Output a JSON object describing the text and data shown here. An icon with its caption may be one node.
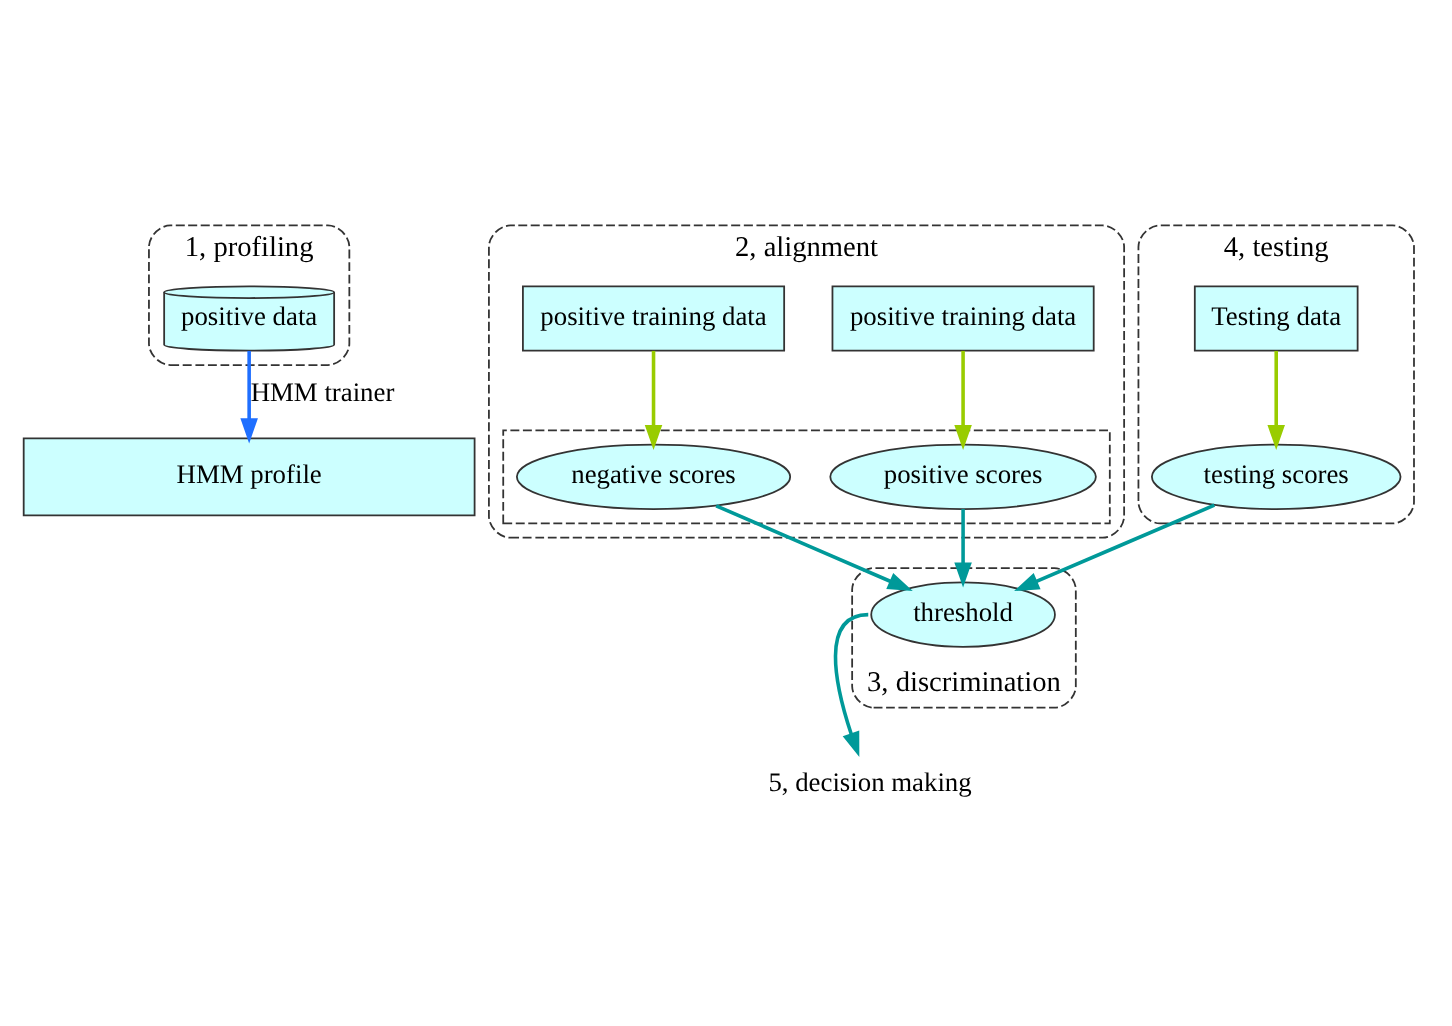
{
  "diagram": {
    "nodes": [
      {
        "text": [
          "1, profiling"
        ]
      },
      {
        "text": [
          "positive data"
        ],
        "in": 0
      },
      {
        "text": [
          "2, alignment"
        ]
      },
      {
        "text": [
          "positive training data"
        ],
        "in": 2
      },
      {
        "text": [
          "positive training data"
        ],
        "in": 2
      },
      {
        "text": [
          "4, testing"
        ]
      },
      {
        "text": [
          "Testing data"
        ],
        "in": 5
      },
      {
        "text": [
          "HMM profile"
        ]
      },
      {
        "text": [],
        "shape": "box",
        "in": 2
      },
      {
        "text": [
          "positive scores"
        ],
        "in": 8
      },
      {
        "text": [
          "negative scores"
        ],
        "in": 8
      },
      {
        "text": [
          "testing scores"
        ],
        "in": 5
      },
      {
        "text": [
          "3, discrimination"
        ]
      },
      {
        "text": [
          "threshold"
        ],
        "in": 12
      },
      {
        "text": [
          "5, decision making"
        ]
      }
    ],
    "edges": [
      {
        "from": 1,
        "to": 7,
        "arrow": "to",
        "label": "HMM trainer",
        "color": "#1f6fff"
      },
      {
        "from": 3,
        "to": 9,
        "arrow": "to",
        "color": "#99cc00"
      },
      {
        "from": 4,
        "to": 10,
        "arrow": "to",
        "color": "#99cc00"
      },
      {
        "from": 6,
        "to": 11,
        "arrow": "to",
        "color": "#99cc00"
      },
      {
        "from": 9,
        "to": 13,
        "arrow": "to"
      },
      {
        "from": 10,
        "to": 13,
        "arrow": "to"
      },
      {
        "from": 11,
        "to": 13,
        "arrow": "to"
      },
      {
        "from": 13,
        "to": 14,
        "arrow": "to"
      }
    ]
  }
}
